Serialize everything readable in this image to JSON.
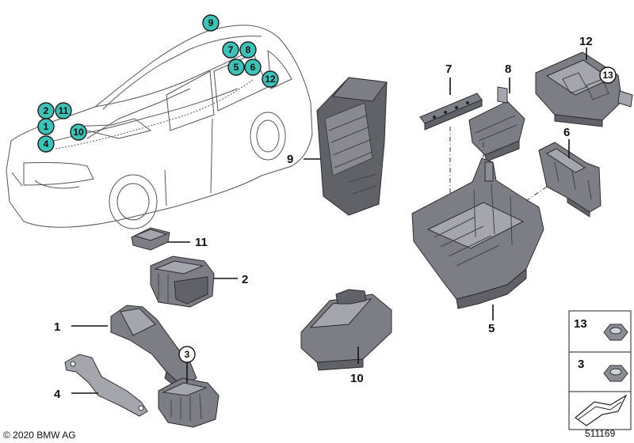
{
  "footer": {
    "copyright": "© 2020 BMW AG",
    "diagram_number": "511169"
  },
  "vehicle_badges": [
    {
      "id": "9",
      "num": "9"
    },
    {
      "id": "7",
      "num": "7"
    },
    {
      "id": "8",
      "num": "8"
    },
    {
      "id": "5",
      "num": "5"
    },
    {
      "id": "6",
      "num": "6"
    },
    {
      "id": "12",
      "num": "12"
    },
    {
      "id": "2",
      "num": "2"
    },
    {
      "id": "11",
      "num": "11"
    },
    {
      "id": "1",
      "num": "1"
    },
    {
      "id": "10",
      "num": "10"
    },
    {
      "id": "4",
      "num": "4"
    }
  ],
  "part_labels": {
    "p1": "1",
    "p2": "2",
    "p3": "3",
    "p4": "4",
    "p5": "5",
    "p6": "6",
    "p7": "7",
    "p8": "8",
    "p9": "9",
    "p10": "10",
    "p11": "11",
    "p12": "12",
    "p13": "13"
  },
  "hardware_table": [
    {
      "num": "13"
    },
    {
      "num": "3"
    }
  ],
  "colors": {
    "badge_fill": "#3ec1b6",
    "badge_stroke": "#1d1d1d",
    "part_gray": "#6b6f74"
  }
}
